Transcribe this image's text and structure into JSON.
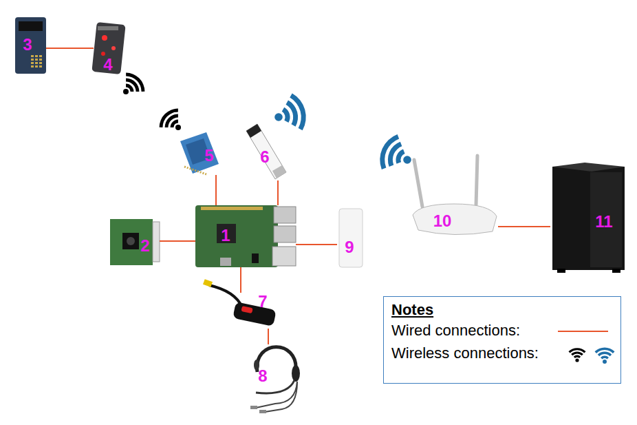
{
  "diagram": {
    "nodes": [
      {
        "text": [
          "1"
        ]
      },
      {
        "text": [
          "2"
        ]
      },
      {
        "text": [
          "3"
        ]
      },
      {
        "text": [
          "4"
        ]
      },
      {
        "text": [
          "5"
        ]
      },
      {
        "text": [
          "6"
        ]
      },
      {
        "text": [
          "7"
        ]
      },
      {
        "text": [
          "8"
        ]
      },
      {
        "text": [
          "9"
        ]
      },
      {
        "text": [
          "10"
        ]
      },
      {
        "text": [
          "11"
        ]
      }
    ],
    "edges": [
      {
        "from": 2,
        "to": 3,
        "arrow": "none"
      },
      {
        "from": 1,
        "to": 0,
        "arrow": "none"
      },
      {
        "from": 4,
        "to": 0,
        "arrow": "none"
      },
      {
        "from": 5,
        "to": 0,
        "arrow": "none"
      },
      {
        "from": 0,
        "to": 8,
        "arrow": "none"
      },
      {
        "from": 0,
        "to": 6,
        "arrow": "none"
      },
      {
        "from": 6,
        "to": 7,
        "arrow": "none"
      },
      {
        "from": 9,
        "to": 10,
        "arrow": "none"
      }
    ],
    "labels": [
      "Notes"
    ],
    "legend": [
      {
        "text": "Wired connections:"
      },
      {
        "text": "Wireless connections:"
      }
    ]
  }
}
